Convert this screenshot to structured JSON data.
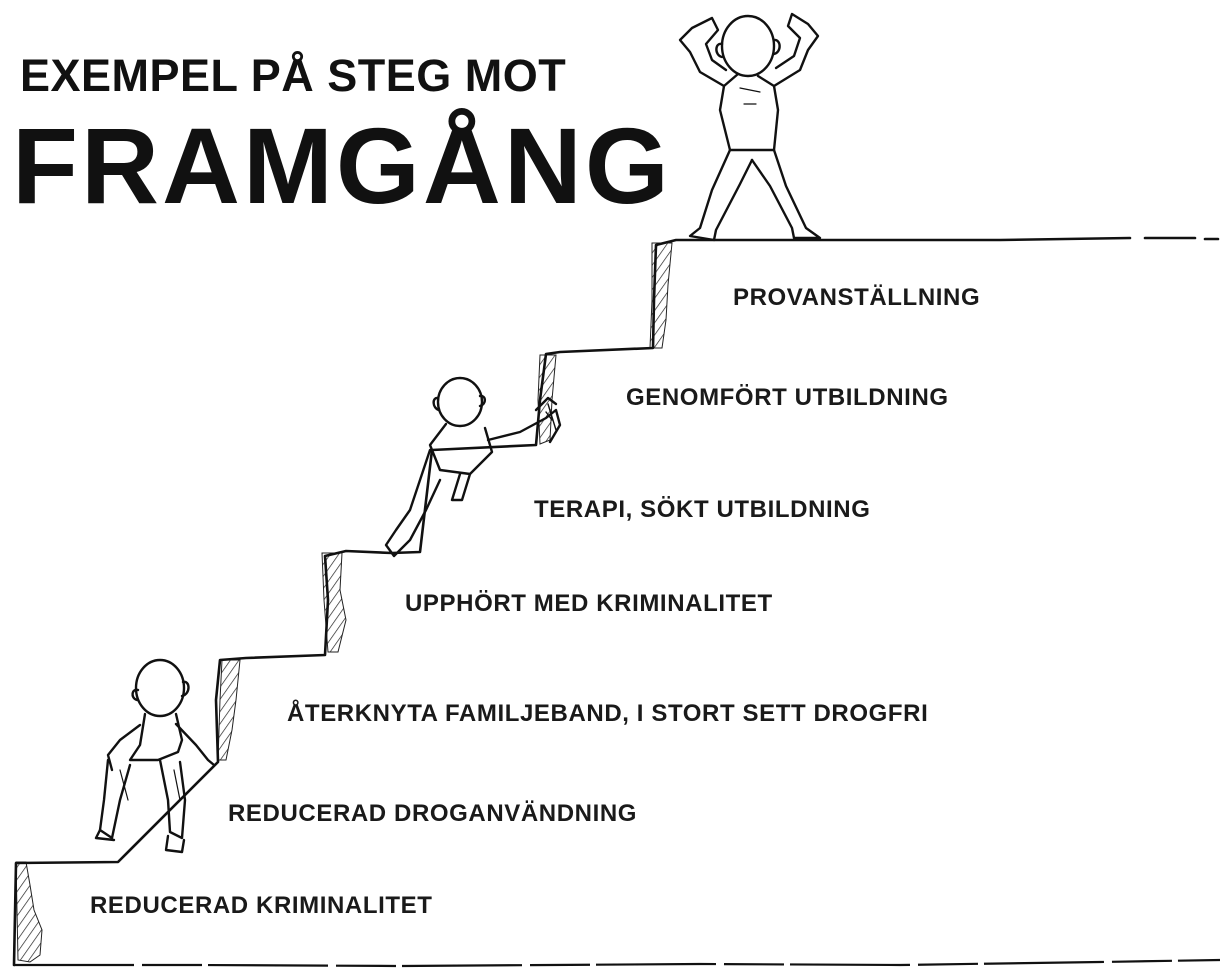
{
  "title": {
    "line1": "EXEMPEL PÅ STEG MOT",
    "line2": "FRAMGÅNG"
  },
  "steps": [
    {
      "label": "REDUCERAD KRIMINALITET"
    },
    {
      "label": "REDUCERAD DROGANVÄNDNING"
    },
    {
      "label": "ÅTERKNYTA FAMILJEBAND, I STORT SETT DROGFRI"
    },
    {
      "label": "UPPHÖRT MED KRIMINALITET"
    },
    {
      "label": "TERAPI, SÖKT UTBILDNING"
    },
    {
      "label": "GENOMFÖRT UTBILDNING"
    },
    {
      "label": "PROVANSTÄLLNING"
    }
  ],
  "colors": {
    "ink": "#111111",
    "paper": "#ffffff"
  }
}
